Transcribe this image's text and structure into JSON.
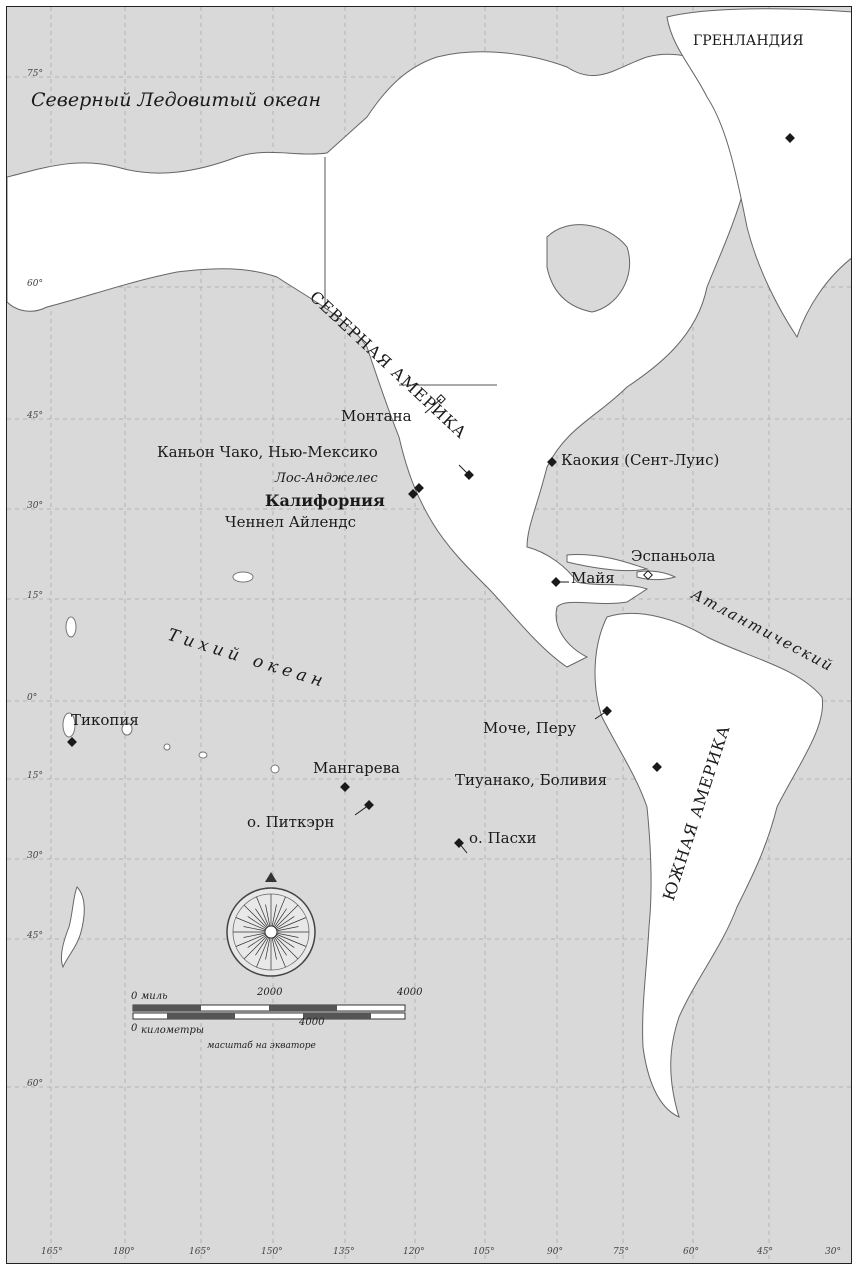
{
  "oceans": {
    "arctic": "Северный Ледовитый океан",
    "pacific": "Тихий океан",
    "atlantic": "Атлантический"
  },
  "regions": {
    "greenland": "ГРЕНЛАНДИЯ",
    "north_america": "СЕВЕРНАЯ АМЕРИКА",
    "south_america": "ЮЖНАЯ АМЕРИКА"
  },
  "places": {
    "montana": "Монтана",
    "chaco": "Каньон Чако, Нью-Мексико",
    "cahokia": "Каокия (Сент-Луис)",
    "los_angeles": "Лос-Анджелес",
    "california": "Калифорния",
    "channel_islands": "Ченнел Айлендс",
    "hispaniola": "Эспаньола",
    "maya": "Майя",
    "tikopia": "Тикопия",
    "moche": "Моче, Перу",
    "mangareva": "Мангарева",
    "tiwanaku": "Тиуанако, Боливия",
    "pitcairn": "о. Питкэрн",
    "easter": "о. Пасхи"
  },
  "lat_ticks": [
    "75°",
    "60°",
    "45°",
    "30°",
    "15°",
    "0°",
    "15°",
    "30°",
    "45°",
    "60°"
  ],
  "lon_ticks": [
    "165°",
    "180°",
    "165°",
    "150°",
    "135°",
    "120°",
    "105°",
    "90°",
    "75°",
    "60°",
    "45°",
    "30°"
  ],
  "scale_bar": {
    "miles_zero": "0",
    "miles_unit": "миль",
    "miles_mid": "2000",
    "miles_max": "4000",
    "km_zero": "0",
    "km_unit": "километры",
    "km_mid": "4000",
    "note": "масштаб на экваторе"
  }
}
